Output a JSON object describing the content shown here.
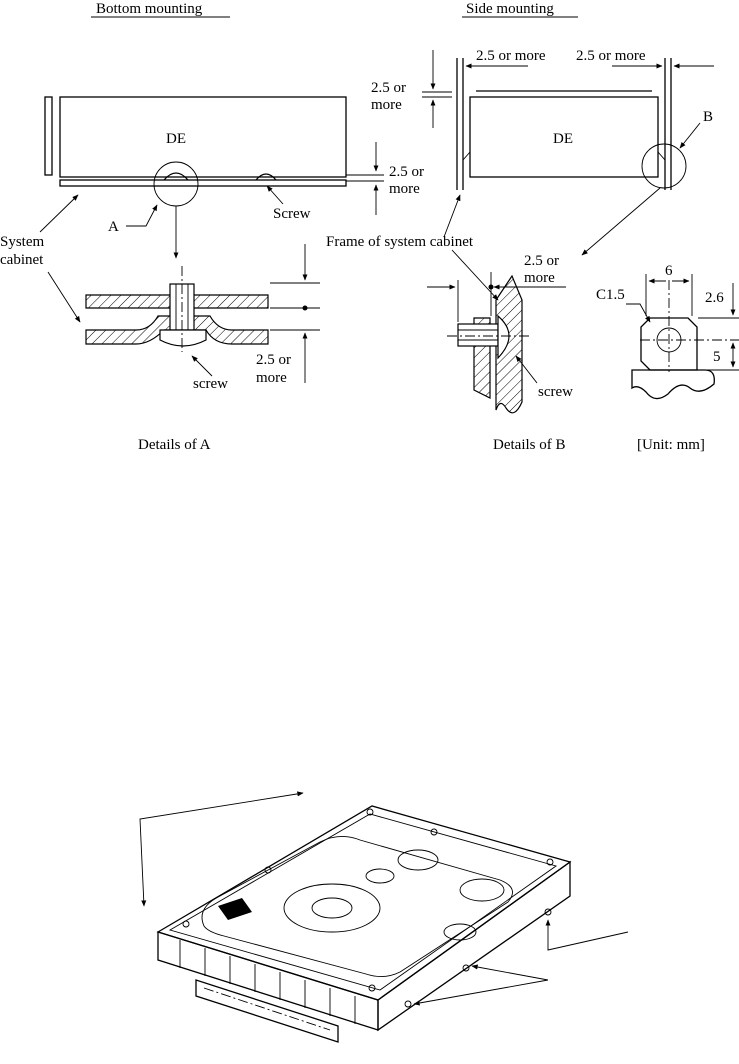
{
  "headings": {
    "bottom": "Bottom mounting",
    "side": "Side mounting"
  },
  "bottom_mount": {
    "de": "DE",
    "gap_line1": "2.5 or",
    "gap_line2": "more",
    "screw": "Screw",
    "marker_a": "A",
    "system_line1": "System",
    "system_line2": "cabinet"
  },
  "side_mount": {
    "gap_left_line1": "2.5 or",
    "gap_left_line2": "more",
    "gap_top_left": "2.5 or more",
    "gap_top_right": "2.5 or more",
    "de": "DE",
    "marker_b": "B",
    "frame_label": "Frame of system cabinet"
  },
  "detail_a": {
    "screw": "screw",
    "gap_line1": "2.5 or",
    "gap_line2": "more",
    "caption": "Details of A"
  },
  "detail_b": {
    "gap_line1": "2.5 or",
    "gap_line2": "more",
    "screw": "screw",
    "caption": "Details of B"
  },
  "tab_detail": {
    "chamfer": "C1.5",
    "width": "6",
    "offset": "2.6",
    "height": "5",
    "unit": "[Unit: mm]"
  }
}
